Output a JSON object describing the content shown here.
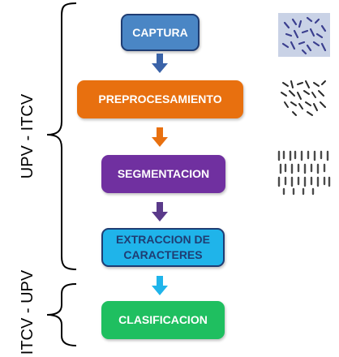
{
  "groups": {
    "upper_label": "UPV - ITCV",
    "lower_label": "ITCV - UPV"
  },
  "steps": [
    {
      "label": "CAPTURA",
      "fill": "#4a86c5",
      "border": "#1f3d73",
      "text_color": "#ffffff"
    },
    {
      "label": "PREPROCESAMIENTO",
      "fill": "#e8700f",
      "border": "#e8700f",
      "text_color": "#ffffff"
    },
    {
      "label": "SEGMENTACION",
      "fill": "#7030a0",
      "border": "#7030a0",
      "text_color": "#ffffff"
    },
    {
      "label": "EXTRACCION DE CARACTERES",
      "fill": "#1fb4ea",
      "border": "#1f3d73",
      "text_color": "#1f3d73"
    },
    {
      "label": "CLASIFICACION",
      "fill": "#1fbf60",
      "border": "#1fbf60",
      "text_color": "#ffffff"
    }
  ],
  "arrows": [
    {
      "color": "#3a63a8"
    },
    {
      "color": "#e8700f"
    },
    {
      "color": "#5a3a8a"
    },
    {
      "color": "#1fb4ea"
    }
  ],
  "thumbnails": [
    {
      "icon": "metaphase-spread-image"
    },
    {
      "icon": "preprocessed-chromosomes-image"
    },
    {
      "icon": "segmented-chromosomes-image"
    }
  ]
}
